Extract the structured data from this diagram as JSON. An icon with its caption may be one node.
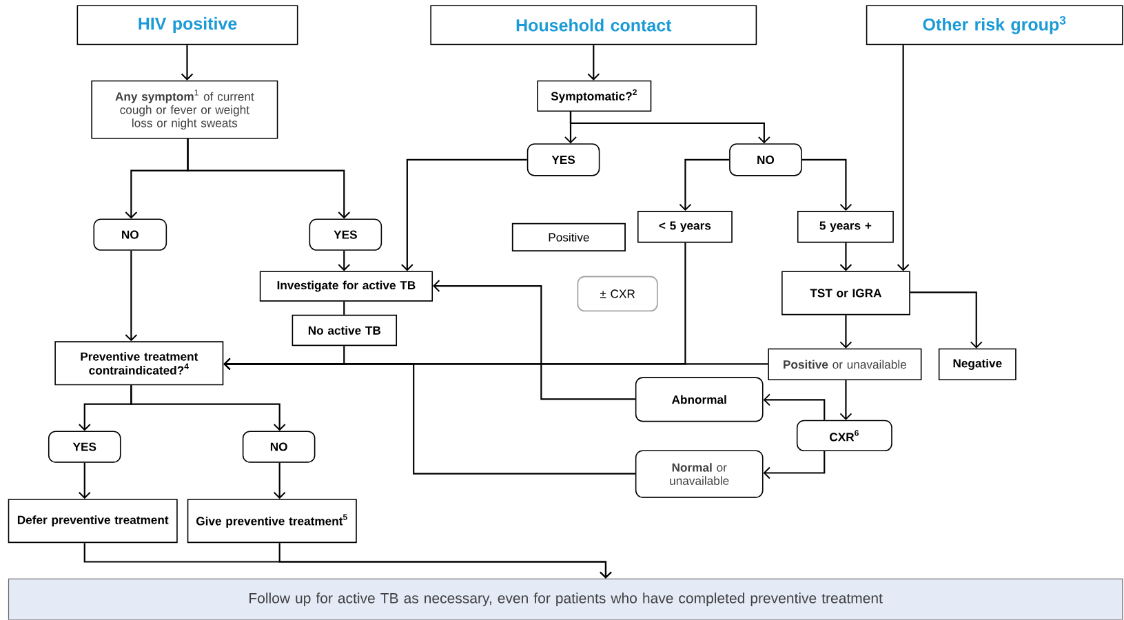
{
  "diagram": {
    "nodes": [
      {
        "text": [
          "HIV positive"
        ]
      },
      {
        "text": [
          "Household contact"
        ]
      },
      {
        "text": [
          "Other risk group$^{3}$"
        ]
      },
      {
        "text": [
          "**Any symptom**$^{1}$ of current cough or fever or weight loss or night sweats"
        ]
      },
      {
        "text": [
          "Symptomatic?$^{2}$"
        ]
      },
      {
        "text": [
          "YES"
        ]
      },
      {
        "text": [
          "NO"
        ]
      },
      {
        "text": [
          "NO"
        ]
      },
      {
        "text": [
          "YES"
        ]
      },
      {
        "text": [
          "< 5 years"
        ]
      },
      {
        "text": [
          "Positive"
        ]
      },
      {
        "text": [
          "5 years +"
        ]
      },
      {
        "text": [
          "± CXR"
        ]
      },
      {
        "text": [
          "Investigate for active TB"
        ]
      },
      {
        "text": [
          "TST or IGRA"
        ]
      },
      {
        "text": [
          "No active TB"
        ]
      },
      {
        "text": [
          "Preventive treatment contraindicated?$^{4}$"
        ]
      },
      {
        "text": [
          "**Positive** or unavailable"
        ]
      },
      {
        "text": [
          "Negative"
        ]
      },
      {
        "text": [
          "Abnormal"
        ]
      },
      {
        "text": [
          "CXR$^{6}$"
        ]
      },
      {
        "text": [
          "YES"
        ]
      },
      {
        "text": [
          "NO"
        ]
      },
      {
        "text": [
          "**Normal** or unavailable"
        ]
      },
      {
        "text": [
          "Defer preventive treatment"
        ]
      },
      {
        "text": [
          "Give preventive treatment$^{5}$"
        ]
      },
      {
        "text": [
          "Follow up for active TB as necessary, even for patients who have completed preventive treatment"
        ]
      }
    ],
    "edges": [
      {
        "from": 0,
        "to": 3,
        "arrow": "to"
      },
      {
        "from": 1,
        "to": 4,
        "arrow": "to"
      },
      {
        "from": 4,
        "to": 5,
        "arrow": "to"
      },
      {
        "from": 4,
        "to": 6,
        "arrow": "to"
      },
      {
        "from": 3,
        "to": 7,
        "arrow": "to"
      },
      {
        "from": 3,
        "to": 8,
        "arrow": "to"
      },
      {
        "from": 8,
        "to": 13,
        "arrow": "to"
      },
      {
        "from": 5,
        "to": 13,
        "arrow": "to"
      },
      {
        "from": 6,
        "to": 9,
        "arrow": "to"
      },
      {
        "from": 6,
        "to": 11,
        "arrow": "to"
      },
      {
        "from": 11,
        "to": 14,
        "arrow": "to"
      },
      {
        "from": 2,
        "to": 14,
        "arrow": "to"
      },
      {
        "from": 14,
        "to": 17,
        "arrow": "to"
      },
      {
        "from": 14,
        "to": 18,
        "arrow": "to"
      },
      {
        "from": 13,
        "to": 15,
        "arrow": "none"
      },
      {
        "from": 15,
        "to": 16,
        "arrow": "to"
      },
      {
        "from": 9,
        "to": 16,
        "arrow": "to"
      },
      {
        "from": 17,
        "to": 16,
        "arrow": "to"
      },
      {
        "from": 17,
        "to": 20,
        "arrow": "to"
      },
      {
        "from": 20,
        "to": 19,
        "arrow": "to"
      },
      {
        "from": 20,
        "to": 23,
        "arrow": "to"
      },
      {
        "from": 19,
        "to": 13,
        "arrow": "to"
      },
      {
        "from": 23,
        "to": 16,
        "arrow": "to"
      },
      {
        "from": 7,
        "to": 16,
        "arrow": "to"
      },
      {
        "from": 16,
        "to": 21,
        "arrow": "to"
      },
      {
        "from": 16,
        "to": 22,
        "arrow": "to"
      },
      {
        "from": 21,
        "to": 24,
        "arrow": "to"
      },
      {
        "from": 22,
        "to": 25,
        "arrow": "to"
      },
      {
        "from": 24,
        "to": 26,
        "arrow": "to"
      },
      {
        "from": 25,
        "to": 26,
        "arrow": "to"
      }
    ]
  }
}
